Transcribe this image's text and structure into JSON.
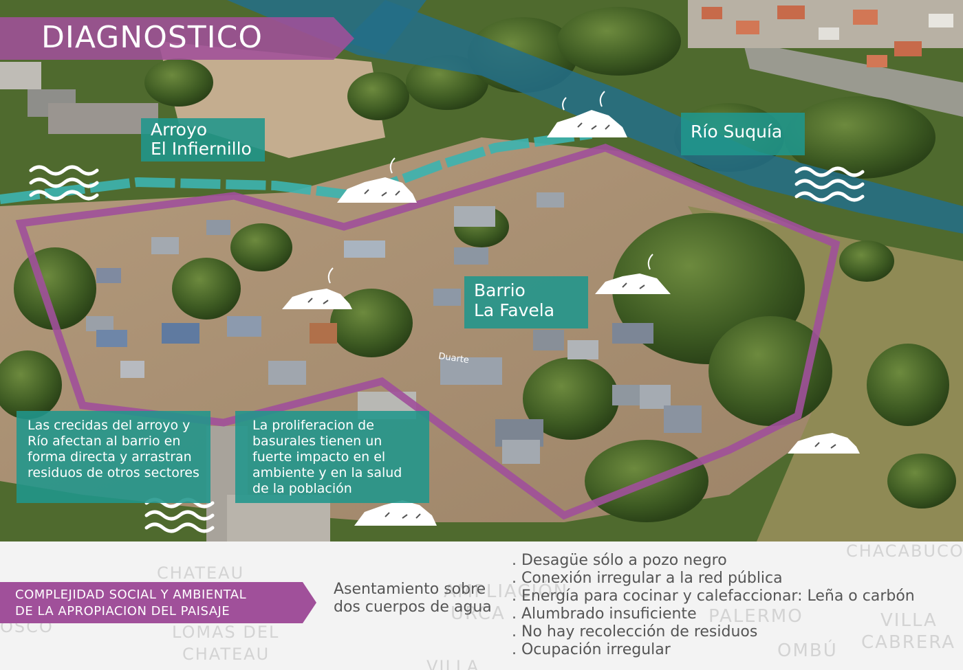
{
  "title": "DIAGNOSTICO",
  "labels": {
    "arroyo": {
      "line1": "Arroyo",
      "line2": "El Infiernillo"
    },
    "rio": "Río Suquía",
    "barrio": {
      "line1": "Barrio",
      "line2": "La Favela"
    },
    "street": "Duarte"
  },
  "info_boxes": {
    "crecidas": "Las crecidas del arroyo y Río afectan al barrio en forma directa y arrastran residuos de otros sectores",
    "basurales": "La proliferacion de basurales  tienen un fuerte impacto en el ambiente y en la salud de la población"
  },
  "bottom": {
    "banner": {
      "line1": "COMPLEJIDAD SOCIAL Y AMBIENTAL",
      "line2": "DE LA APROPIACION DEL PAISAJE"
    },
    "asentamiento": "Asentamiento sobre dos cuerpos de agua",
    "bullets": [
      ". Desagüe sólo a pozo negro",
      ". Conexión irregular a la red pública",
      ". Energía para cocinar y calefaccionar: Leña o carbón",
      ". Alumbrado insuficiente",
      ". No hay recolección de residuos",
      ". Ocupación irregular"
    ],
    "map_names": {
      "chateau": "CHATEAU",
      "lomas1": "LOMAS DEL",
      "lomas2": "CHATEAU",
      "ampliacion": "AMPLIACIÓN",
      "urca": "URCA",
      "palermo": "PALERMO",
      "chacabuco": "CHACABUCO",
      "villa": "VILLA",
      "cabrera": "CABRERA",
      "ombu": "OMBÚ",
      "villa_bottom": "VILLA",
      "osco": "OSCO"
    }
  },
  "colors": {
    "purple": "#a0509a",
    "teal": "#20968c",
    "river": "#236f88",
    "text_gray": "#555555"
  }
}
